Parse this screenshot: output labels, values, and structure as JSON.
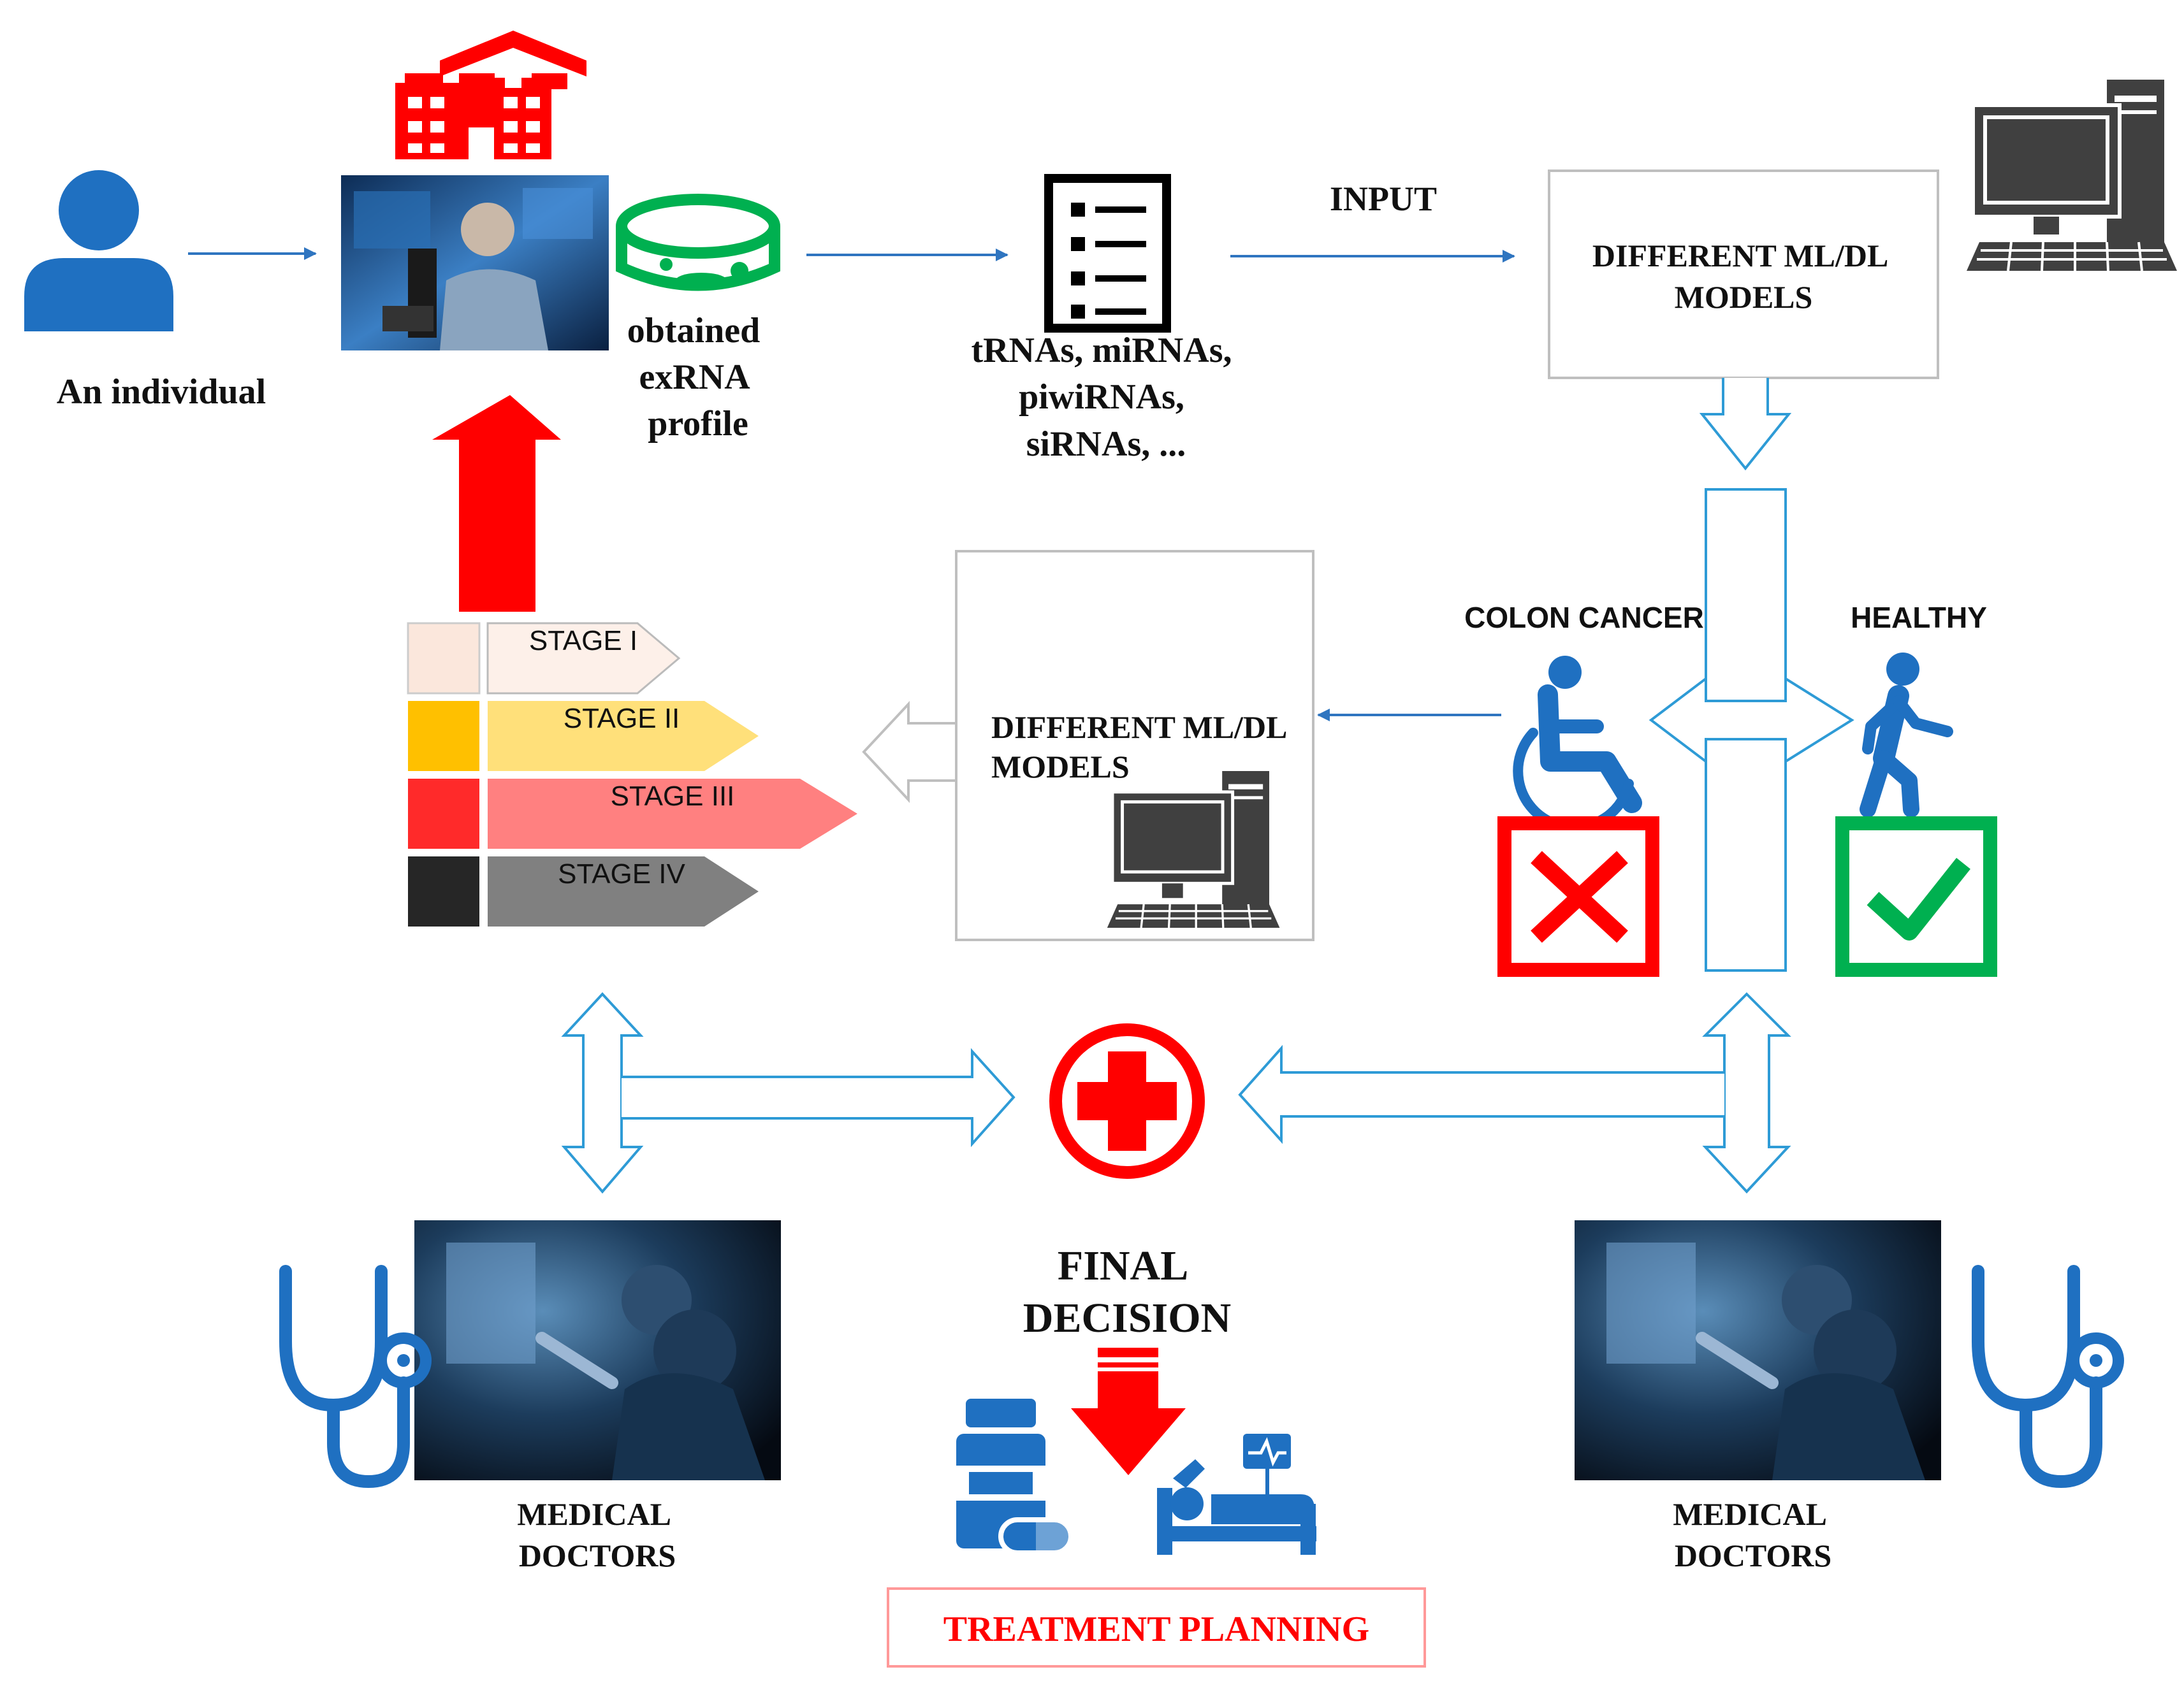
{
  "labels": {
    "individual": "An individual",
    "exrna_1": "obtained",
    "exrna_2": "exRNA",
    "exrna_3": "profile",
    "rna_1": "tRNAs, miRNAs,",
    "rna_2": "piwiRNAs,",
    "rna_3": "siRNAs, ...",
    "input": "INPUT",
    "models_top_1": "DIFFERENT ML/DL",
    "models_top_2": "MODELS",
    "models_mid_1": "DIFFERENT ML/DL",
    "models_mid_2": "MODELS",
    "colon_cancer": "COLON CANCER",
    "healthy": "HEALTHY",
    "final_1": "FINAL",
    "final_2": "DECISION",
    "doctors_left_1": "MEDICAL",
    "doctors_left_2": "DOCTORS",
    "doctors_right_1": "MEDICAL",
    "doctors_right_2": "DOCTORS",
    "treatment": "TREATMENT PLANNING"
  },
  "stages": [
    {
      "label": "STAGE I",
      "swatch": "#fbe7dc",
      "fill": "#fdf0e9"
    },
    {
      "label": "STAGE II",
      "swatch": "#ffc000",
      "fill": "#ffe07a"
    },
    {
      "label": "STAGE III",
      "swatch": "#ff2a2a",
      "fill": "#ff8080"
    },
    {
      "label": "STAGE IV",
      "swatch": "#262626",
      "fill": "#808080"
    }
  ],
  "colors": {
    "blue_icon": "#1f70c1",
    "red": "#ff0000",
    "green": "#00b050",
    "hollow_arrow": "#2e9bd6",
    "box_border": "#bfbfbf",
    "computer": "#404040"
  },
  "icons": [
    "person-icon",
    "hospital-icon",
    "petri-dish-icon",
    "checklist-icon",
    "computer-icon",
    "wheelchair-icon",
    "walking-person-icon",
    "cross-mark-icon",
    "check-mark-icon",
    "medical-cross-icon",
    "stethoscope-icon",
    "medicine-bottle-icon",
    "pill-icon",
    "hospital-bed-icon"
  ],
  "photos": [
    "lab-researcher-photo",
    "surgeons-photo"
  ]
}
